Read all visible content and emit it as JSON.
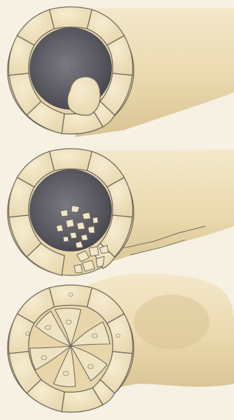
{
  "figure": {
    "panels": [
      {
        "id": "panel-1"
      },
      {
        "id": "panel-2"
      },
      {
        "id": "panel-3"
      }
    ]
  },
  "colors": {
    "page": "#f6f1e3",
    "cell_fill": "#efe3c1",
    "cell_stroke": "#6e6a5f",
    "lumen_dark": "#4b4a52",
    "lumen_mid": "#77767c",
    "tube_light": "#efe2bf",
    "tube_shade": "#d9c595",
    "debris": "#f1e6c6"
  }
}
